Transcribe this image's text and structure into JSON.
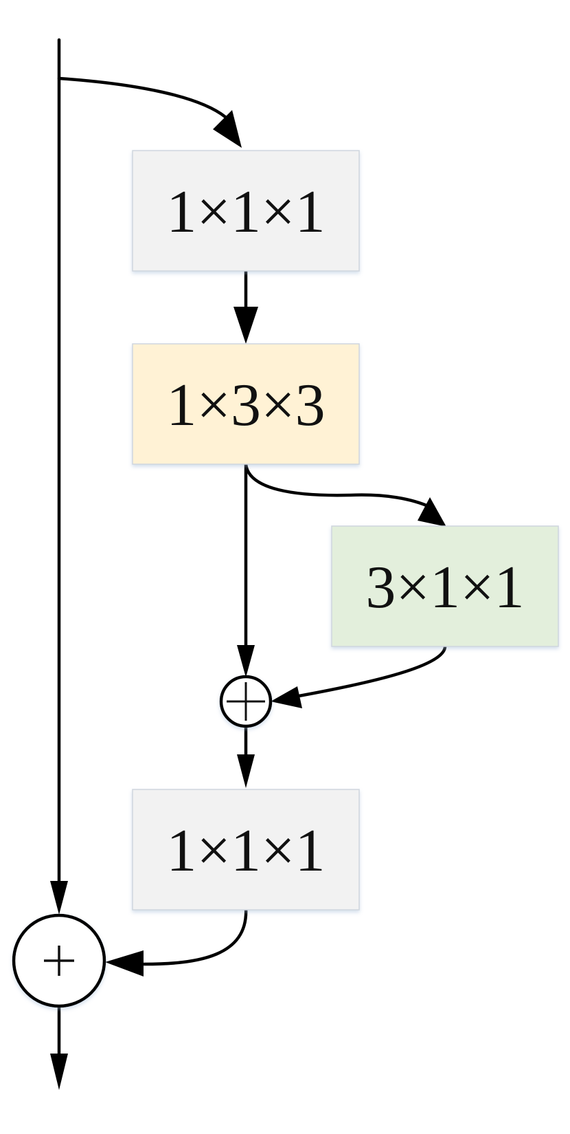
{
  "diagram": {
    "blocks": [
      {
        "id": "conv-1x1x1-top",
        "label": "1×1×1",
        "fill": "#f2f2f2"
      },
      {
        "id": "conv-1x3x3",
        "label": "1×3×3",
        "fill": "#fff2d5"
      },
      {
        "id": "conv-3x1x1",
        "label": "3×1×1",
        "fill": "#e3efdc"
      },
      {
        "id": "conv-1x1x1-bottom",
        "label": "1×1×1",
        "fill": "#f2f2f2"
      }
    ],
    "operators": [
      {
        "id": "inner-add",
        "symbol": "add-circle"
      },
      {
        "id": "residual-add",
        "symbol": "add-circle"
      }
    ],
    "colors": {
      "line": "#000000",
      "box_border": "#cfd6de"
    }
  }
}
